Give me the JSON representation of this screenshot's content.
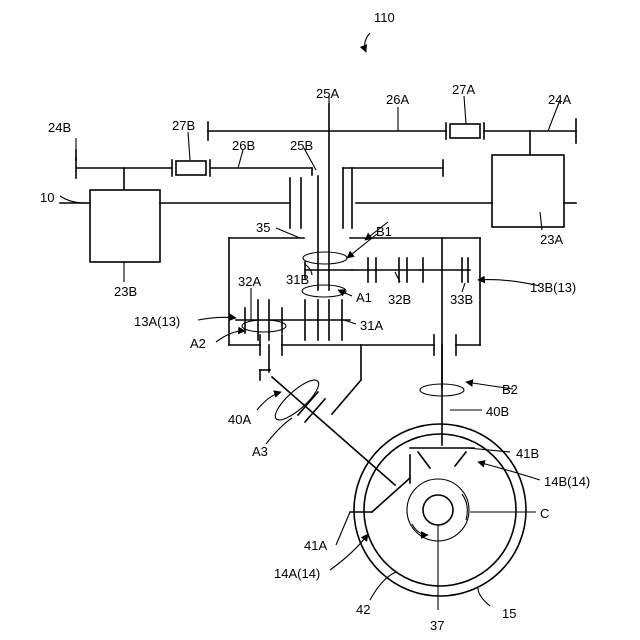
{
  "labels": {
    "fig_ref": "110",
    "l10": "10",
    "l13A": "13A(13)",
    "l13B": "13B(13)",
    "l14A": "14A(14)",
    "l14B": "14B(14)",
    "l15": "15",
    "l23A": "23A",
    "l23B": "23B",
    "l24A": "24A",
    "l24B": "24B",
    "l25A": "25A",
    "l25B": "25B",
    "l26A": "26A",
    "l26B": "26B",
    "l27A": "27A",
    "l27B": "27B",
    "l31A": "31A",
    "l31B": "31B",
    "l32A": "32A",
    "l32B": "32B",
    "l33B": "33B",
    "l35": "35",
    "l37": "37",
    "l40A": "40A",
    "l40B": "40B",
    "l41A": "41A",
    "l41B": "41B",
    "l42": "42",
    "lA1": "A1",
    "lA2": "A2",
    "lA3": "A3",
    "lB1": "B1",
    "lB2": "B2",
    "lC": "C"
  }
}
